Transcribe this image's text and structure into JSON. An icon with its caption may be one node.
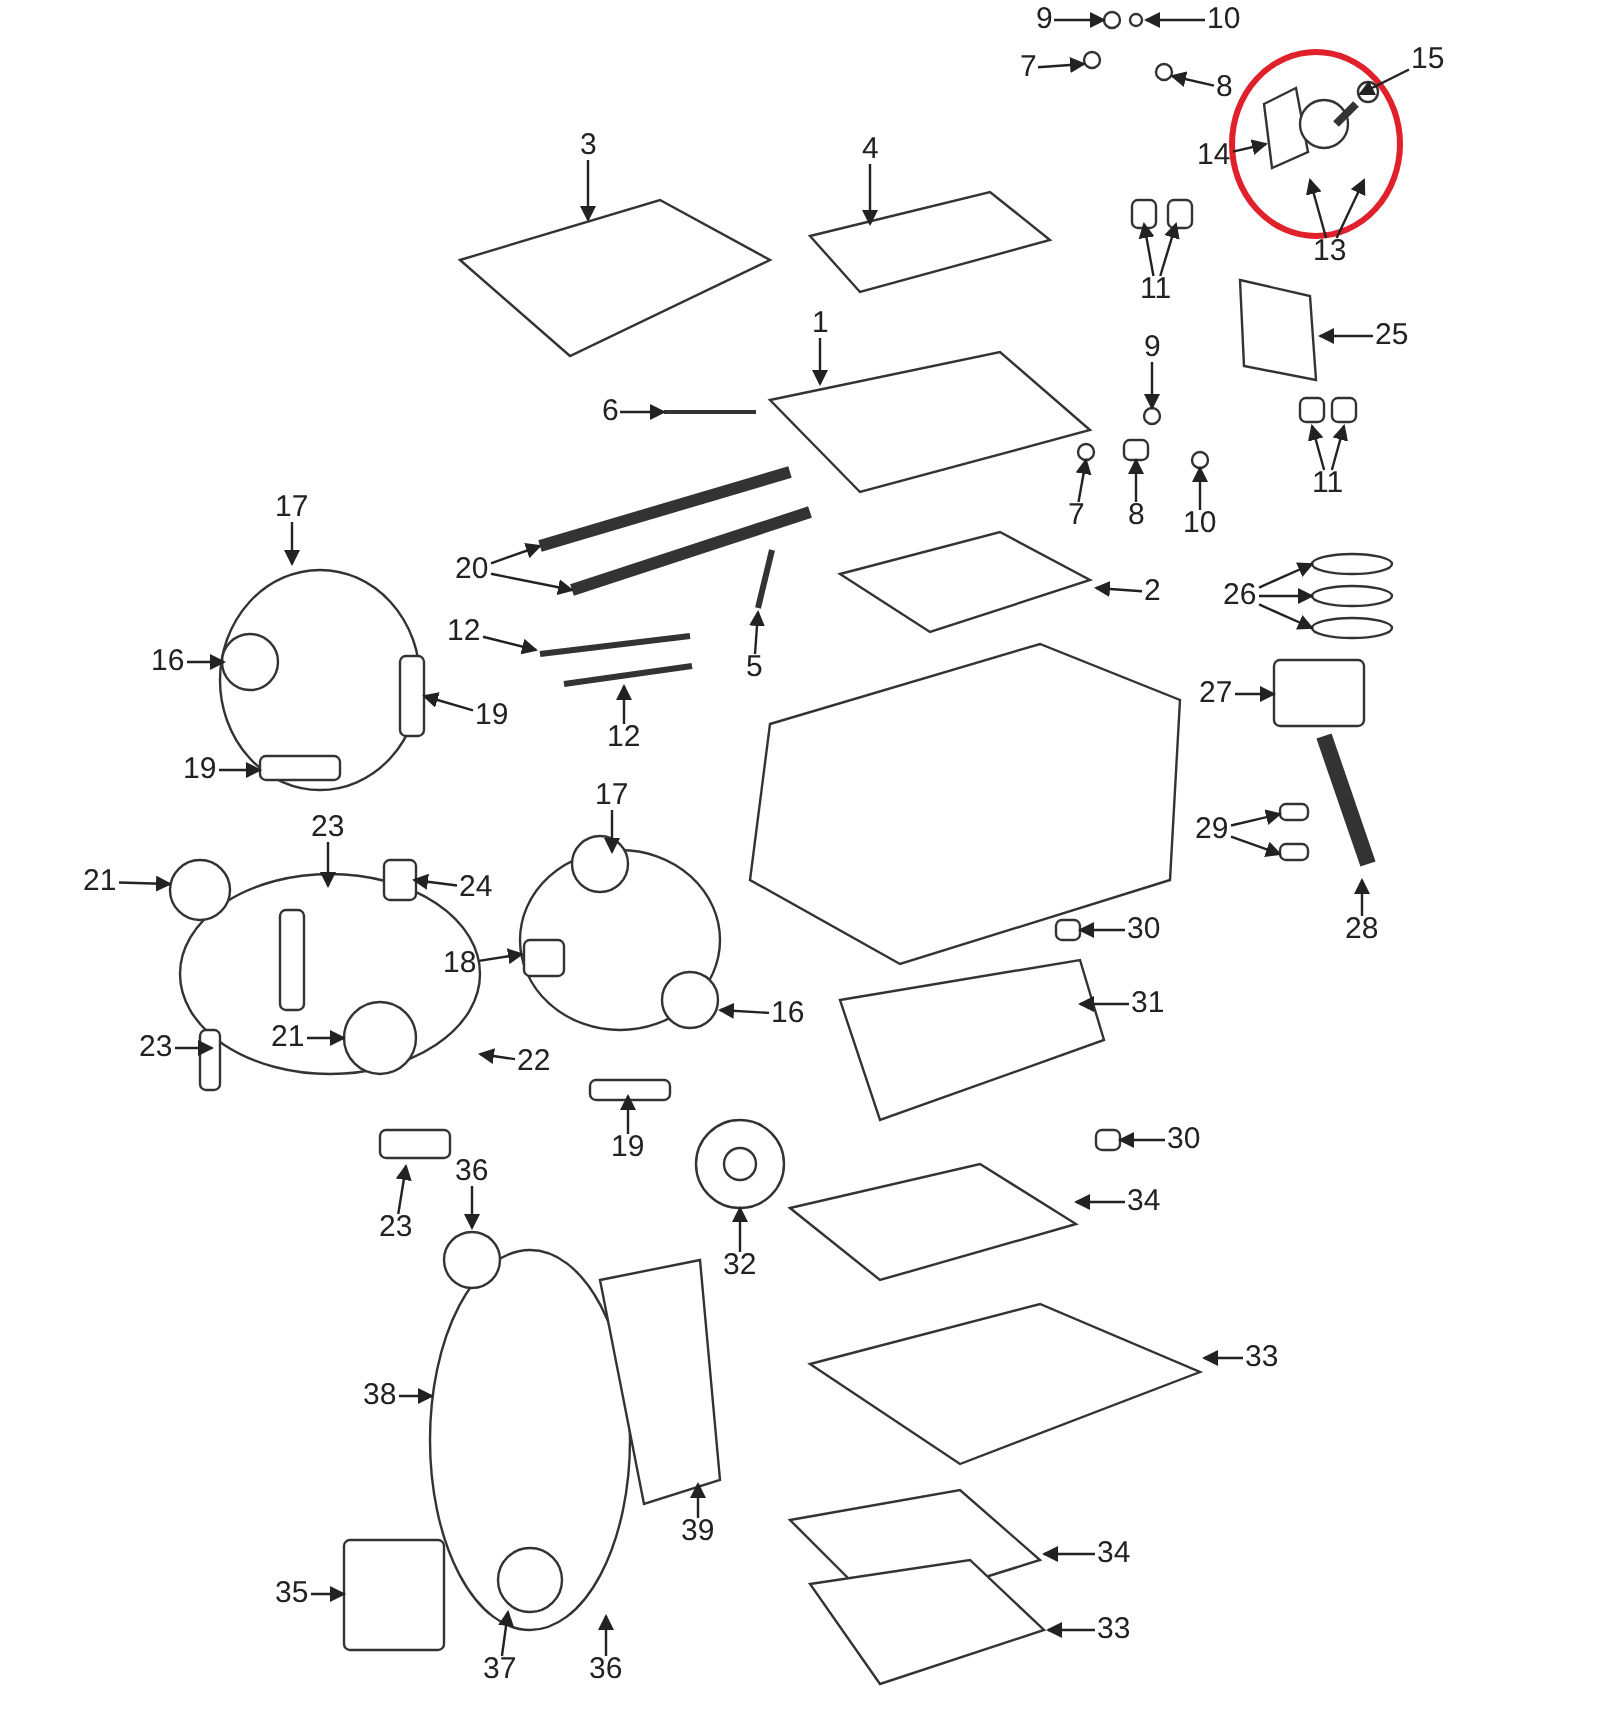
{
  "diagram": {
    "nodes": [
      {
        "text": [
          "9"
        ]
      },
      {
        "text": [
          "10"
        ]
      },
      {
        "text": [
          "8"
        ]
      },
      {
        "text": [
          "7"
        ]
      },
      {
        "text": [
          "15"
        ]
      },
      {
        "text": [
          "14"
        ]
      },
      {
        "text": [
          "13"
        ]
      },
      {
        "text": [
          "11"
        ]
      },
      {
        "text": [
          "25"
        ]
      },
      {
        "text": [
          "3"
        ]
      },
      {
        "text": [
          "4"
        ]
      },
      {
        "text": [
          "1"
        ]
      },
      {
        "text": [
          "6"
        ]
      },
      {
        "text": [
          "9"
        ]
      },
      {
        "text": [
          "11"
        ]
      },
      {
        "text": [
          "7"
        ]
      },
      {
        "text": [
          "8"
        ]
      },
      {
        "text": [
          "10"
        ]
      },
      {
        "text": [
          "26"
        ]
      },
      {
        "text": [
          "2"
        ]
      },
      {
        "text": [
          "20"
        ]
      },
      {
        "text": [
          "17"
        ]
      },
      {
        "text": [
          "16"
        ]
      },
      {
        "text": [
          "12"
        ]
      },
      {
        "text": [
          "19"
        ]
      },
      {
        "text": [
          "12"
        ]
      },
      {
        "text": [
          "5"
        ]
      },
      {
        "text": [
          "27"
        ]
      },
      {
        "text": [
          "19"
        ]
      },
      {
        "text": [
          "17"
        ]
      },
      {
        "text": [
          "29"
        ]
      },
      {
        "text": [
          "21"
        ]
      },
      {
        "text": [
          "23"
        ]
      },
      {
        "text": [
          "24"
        ]
      },
      {
        "text": [
          "30"
        ]
      },
      {
        "text": [
          "28"
        ]
      },
      {
        "text": [
          "18"
        ]
      },
      {
        "text": [
          "16"
        ]
      },
      {
        "text": [
          "31"
        ]
      },
      {
        "text": [
          "23"
        ]
      },
      {
        "text": [
          "21"
        ]
      },
      {
        "text": [
          "22"
        ]
      },
      {
        "text": [
          "30"
        ]
      },
      {
        "text": [
          "19"
        ]
      },
      {
        "text": [
          "23"
        ]
      },
      {
        "text": [
          "36"
        ]
      },
      {
        "text": [
          "34"
        ]
      },
      {
        "text": [
          "32"
        ]
      },
      {
        "text": [
          "33"
        ]
      },
      {
        "text": [
          "38"
        ]
      },
      {
        "text": [
          "34"
        ]
      },
      {
        "text": [
          "35"
        ]
      },
      {
        "text": [
          "39"
        ]
      },
      {
        "text": [
          "37"
        ]
      },
      {
        "text": [
          "36"
        ]
      },
      {
        "text": [
          "33"
        ]
      }
    ],
    "edges": [
      {
        "from": 0,
        "to": null,
        "arrow": "to"
      },
      {
        "from": 1,
        "to": null,
        "arrow": "to"
      },
      {
        "from": 2,
        "to": null,
        "arrow": "to"
      },
      {
        "from": 3,
        "to": null,
        "arrow": "to"
      },
      {
        "from": 4,
        "to": null,
        "arrow": "to"
      },
      {
        "from": 5,
        "to": null,
        "arrow": "to"
      },
      {
        "from": 6,
        "to": null,
        "arrow": "to"
      },
      {
        "from": 6,
        "to": null,
        "arrow": "to"
      },
      {
        "from": 7,
        "to": null,
        "arrow": "to"
      },
      {
        "from": 7,
        "to": null,
        "arrow": "to"
      },
      {
        "from": 8,
        "to": null,
        "arrow": "to"
      },
      {
        "from": 9,
        "to": null,
        "arrow": "to"
      },
      {
        "from": 10,
        "to": null,
        "arrow": "to"
      },
      {
        "from": 11,
        "to": null,
        "arrow": "to"
      },
      {
        "from": 12,
        "to": null,
        "arrow": "to"
      },
      {
        "from": 13,
        "to": null,
        "arrow": "to"
      },
      {
        "from": 14,
        "to": null,
        "arrow": "to"
      },
      {
        "from": 14,
        "to": null,
        "arrow": "to"
      },
      {
        "from": 15,
        "to": null,
        "arrow": "to"
      },
      {
        "from": 16,
        "to": null,
        "arrow": "to"
      },
      {
        "from": 17,
        "to": null,
        "arrow": "to"
      },
      {
        "from": 18,
        "to": null,
        "arrow": "to"
      },
      {
        "from": 18,
        "to": null,
        "arrow": "to"
      },
      {
        "from": 18,
        "to": null,
        "arrow": "to"
      },
      {
        "from": 19,
        "to": null,
        "arrow": "to"
      },
      {
        "from": 20,
        "to": null,
        "arrow": "to"
      },
      {
        "from": 20,
        "to": null,
        "arrow": "to"
      },
      {
        "from": 21,
        "to": null,
        "arrow": "to"
      },
      {
        "from": 22,
        "to": null,
        "arrow": "to"
      },
      {
        "from": 23,
        "to": null,
        "arrow": "to"
      },
      {
        "from": 24,
        "to": null,
        "arrow": "to"
      },
      {
        "from": 25,
        "to": null,
        "arrow": "to"
      },
      {
        "from": 26,
        "to": null,
        "arrow": "to"
      },
      {
        "from": 27,
        "to": null,
        "arrow": "to"
      },
      {
        "from": 28,
        "to": null,
        "arrow": "to"
      },
      {
        "from": 29,
        "to": null,
        "arrow": "to"
      },
      {
        "from": 30,
        "to": null,
        "arrow": "to"
      },
      {
        "from": 30,
        "to": null,
        "arrow": "to"
      },
      {
        "from": 31,
        "to": null,
        "arrow": "to"
      },
      {
        "from": 32,
        "to": null,
        "arrow": "to"
      },
      {
        "from": 33,
        "to": null,
        "arrow": "to"
      },
      {
        "from": 34,
        "to": null,
        "arrow": "to"
      },
      {
        "from": 35,
        "to": null,
        "arrow": "to"
      },
      {
        "from": 36,
        "to": null,
        "arrow": "to"
      },
      {
        "from": 37,
        "to": null,
        "arrow": "to"
      },
      {
        "from": 38,
        "to": null,
        "arrow": "to"
      },
      {
        "from": 39,
        "to": null,
        "arrow": "to"
      },
      {
        "from": 40,
        "to": null,
        "arrow": "to"
      },
      {
        "from": 41,
        "to": null,
        "arrow": "to"
      },
      {
        "from": 42,
        "to": null,
        "arrow": "to"
      },
      {
        "from": 43,
        "to": null,
        "arrow": "to"
      },
      {
        "from": 44,
        "to": null,
        "arrow": "to"
      },
      {
        "from": 45,
        "to": null,
        "arrow": "to"
      },
      {
        "from": 46,
        "to": null,
        "arrow": "to"
      },
      {
        "from": 47,
        "to": null,
        "arrow": "to"
      },
      {
        "from": 48,
        "to": null,
        "arrow": "to"
      },
      {
        "from": 49,
        "to": null,
        "arrow": "to"
      },
      {
        "from": 50,
        "to": null,
        "arrow": "to"
      },
      {
        "from": 51,
        "to": null,
        "arrow": "to"
      },
      {
        "from": 52,
        "to": null,
        "arrow": "to"
      },
      {
        "from": 53,
        "to": null,
        "arrow": "to"
      },
      {
        "from": 54,
        "to": null,
        "arrow": "to"
      },
      {
        "from": 55,
        "to": null,
        "arrow": "to"
      }
    ]
  }
}
